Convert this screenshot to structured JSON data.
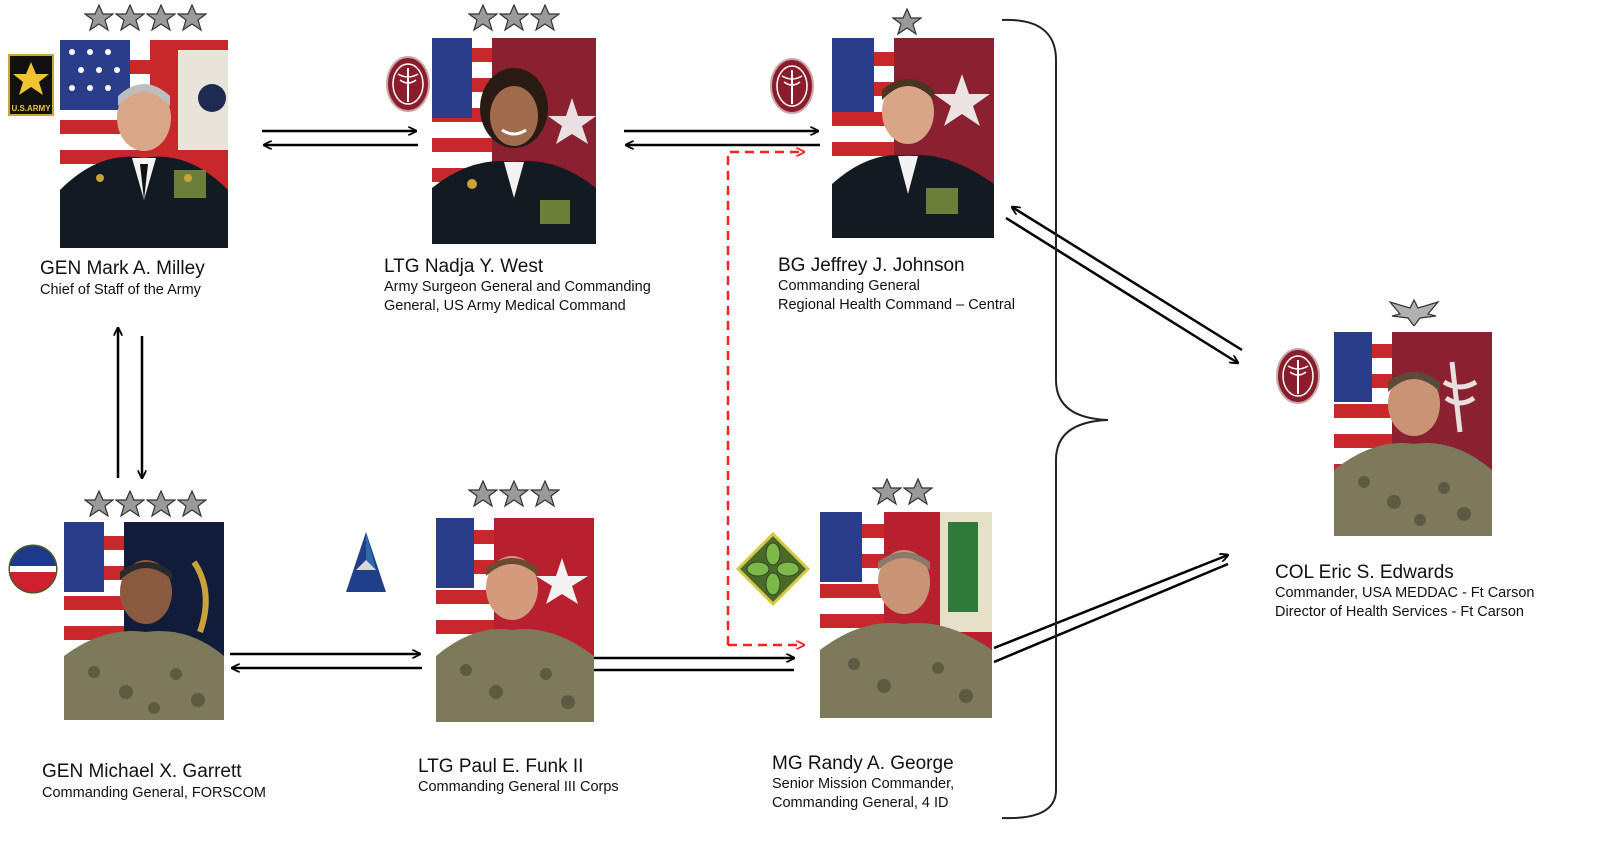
{
  "people": [
    {
      "id": "milley",
      "name": "GEN Mark A. Milley",
      "role_lines": [
        "Chief of Staff of the Army"
      ],
      "stars": 4,
      "uniform": "dress",
      "background": "flag-army",
      "badge": "us-army-logo-icon",
      "badge_text": "U.S.ARMY"
    },
    {
      "id": "west",
      "name": "LTG Nadja Y. West",
      "role_lines": [
        "Army Surgeon General and Commanding",
        "General, US Army Medical Command"
      ],
      "stars": 3,
      "uniform": "dress",
      "background": "flag-maroon",
      "badge": "medical-command-icon"
    },
    {
      "id": "johnson",
      "name": "BG Jeffrey J. Johnson",
      "role_lines": [
        "Commanding General",
        "Regional Health Command – Central"
      ],
      "stars": 1,
      "uniform": "dress",
      "background": "flag-maroon",
      "badge": "medical-command-icon"
    },
    {
      "id": "edwards",
      "name": "COL Eric S. Edwards",
      "role_lines": [
        "Commander, USA MEDDAC - Ft Carson",
        "Director of Health Services - Ft Carson"
      ],
      "rank_insignia": "eagle-icon",
      "uniform": "camo",
      "background": "flag-maroon",
      "badge": "medical-command-icon"
    },
    {
      "id": "garrett",
      "name": "GEN Michael X. Garrett",
      "role_lines": [
        "Commanding General, FORSCOM"
      ],
      "stars": 4,
      "uniform": "camo",
      "background": "flag-navy",
      "badge": "forscom-patch-icon"
    },
    {
      "id": "funk",
      "name": "LTG Paul E. Funk II",
      "role_lines": [
        "Commanding General III Corps"
      ],
      "stars": 3,
      "uniform": "camo",
      "background": "flag-red",
      "badge": "iii-corps-patch-icon"
    },
    {
      "id": "george",
      "name": "MG Randy A. George",
      "role_lines": [
        "Senior Mission Commander,",
        "Commanding General, 4 ID"
      ],
      "stars": 2,
      "uniform": "camo",
      "background": "flag-red",
      "badge": "4th-infantry-division-patch-icon"
    }
  ],
  "links": [
    {
      "from": "milley",
      "to": "west",
      "style": "double-arrow",
      "color": "#000000"
    },
    {
      "from": "west",
      "to": "johnson",
      "style": "double-arrow",
      "color": "#000000"
    },
    {
      "from": "milley",
      "to": "garrett",
      "style": "double-arrow",
      "color": "#000000"
    },
    {
      "from": "garrett",
      "to": "funk",
      "style": "double-arrow",
      "color": "#000000"
    },
    {
      "from": "funk",
      "to": "george",
      "style": "double-arrow",
      "color": "#000000"
    },
    {
      "from": "johnson",
      "to": "edwards",
      "style": "double-arrow",
      "color": "#000000"
    },
    {
      "from": "george",
      "to": "edwards",
      "style": "double-arrow",
      "color": "#000000"
    },
    {
      "from": "west",
      "to": "johnson",
      "style": "dashed-arrow",
      "color": "#ff2020"
    },
    {
      "from": "west",
      "to": "george",
      "style": "dashed-arrow",
      "color": "#ff2020"
    }
  ],
  "group_bracket": {
    "members": [
      "johnson",
      "george"
    ],
    "target": "edwards"
  },
  "colors": {
    "star_fill": "#9a9a9a",
    "medical_maroon": "#8a1c2c",
    "dashed_link": "#ff2020",
    "link": "#000000"
  }
}
